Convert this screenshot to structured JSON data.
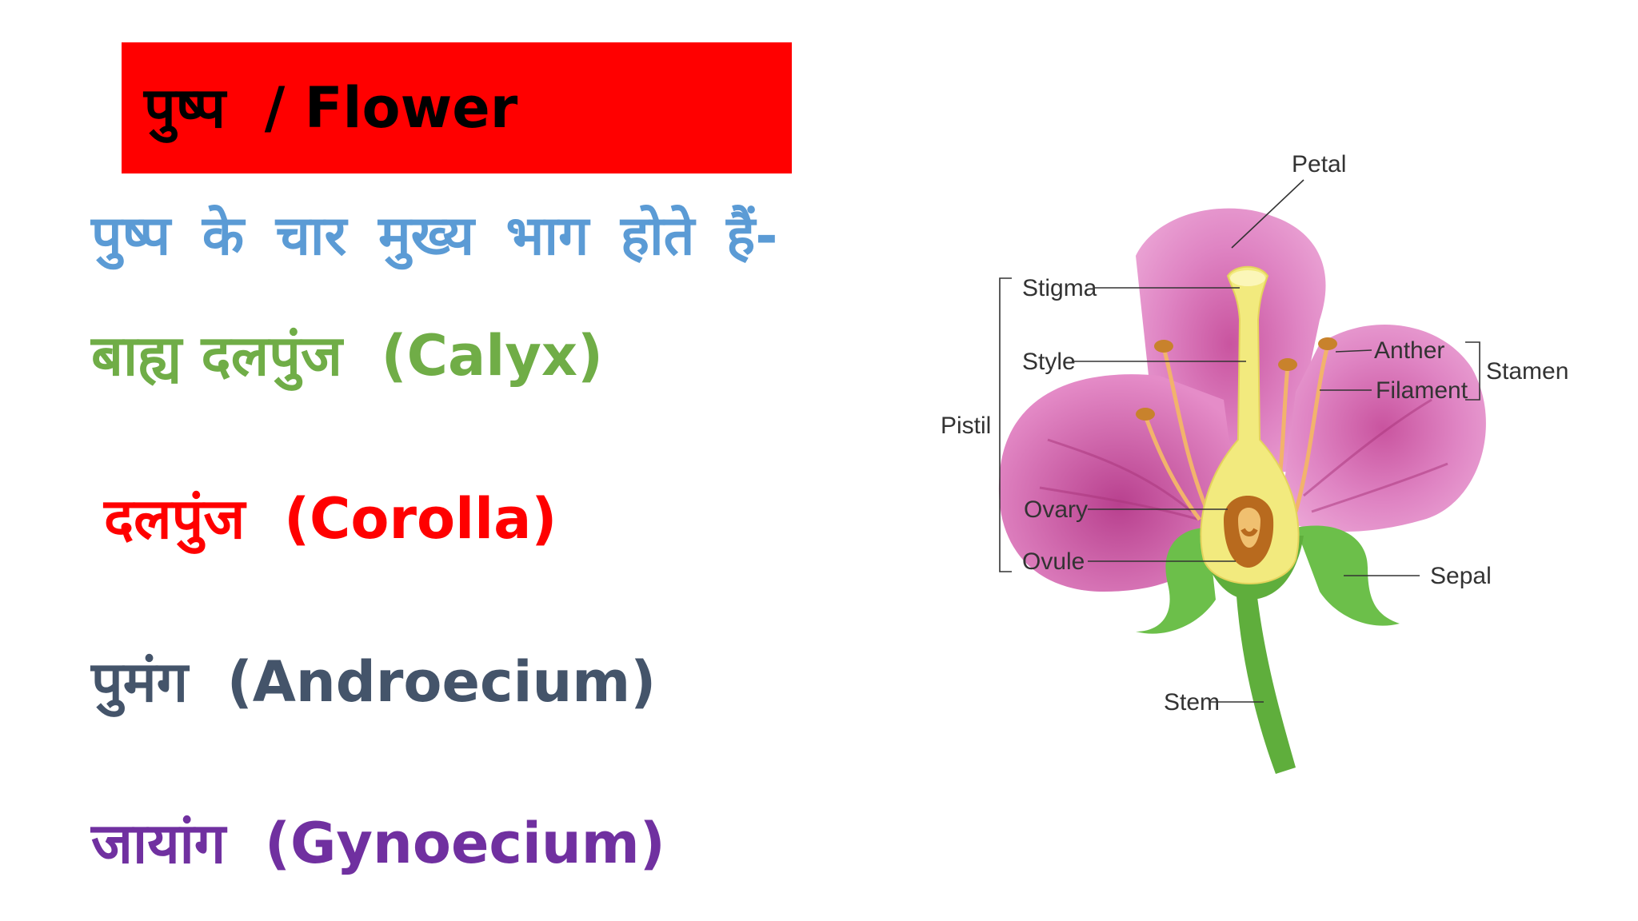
{
  "title": {
    "text": "पुष्प  / Flower"
  },
  "lines": {
    "intro": "पुष्प के चार मुख्य भाग होते हैं-",
    "calyx": "बाह्य दलपुंज  (Calyx)",
    "corolla": "दलपुंज  (Corolla)",
    "androecium": "पुमंग  (Androecium)",
    "gynoecium": "जायांग  (Gynoecium)"
  },
  "diagram": {
    "labels": {
      "petal": "Petal",
      "stigma": "Stigma",
      "style": "Style",
      "pistil": "Pistil",
      "ovary": "Ovary",
      "ovule": "Ovule",
      "anther": "Anther",
      "filament": "Filament",
      "stamen": "Stamen",
      "sepal": "Sepal",
      "stem": "Stem"
    }
  },
  "colors": {
    "banner": "#ff0000",
    "intro": "#5b9bd5",
    "calyx": "#70ad47",
    "corolla": "#ff0000",
    "androecium": "#44546a",
    "gynoecium": "#7030a0",
    "petal": "#e07fc0",
    "pistil": "#f2ea7e",
    "sepal": "#6cbf4a"
  }
}
